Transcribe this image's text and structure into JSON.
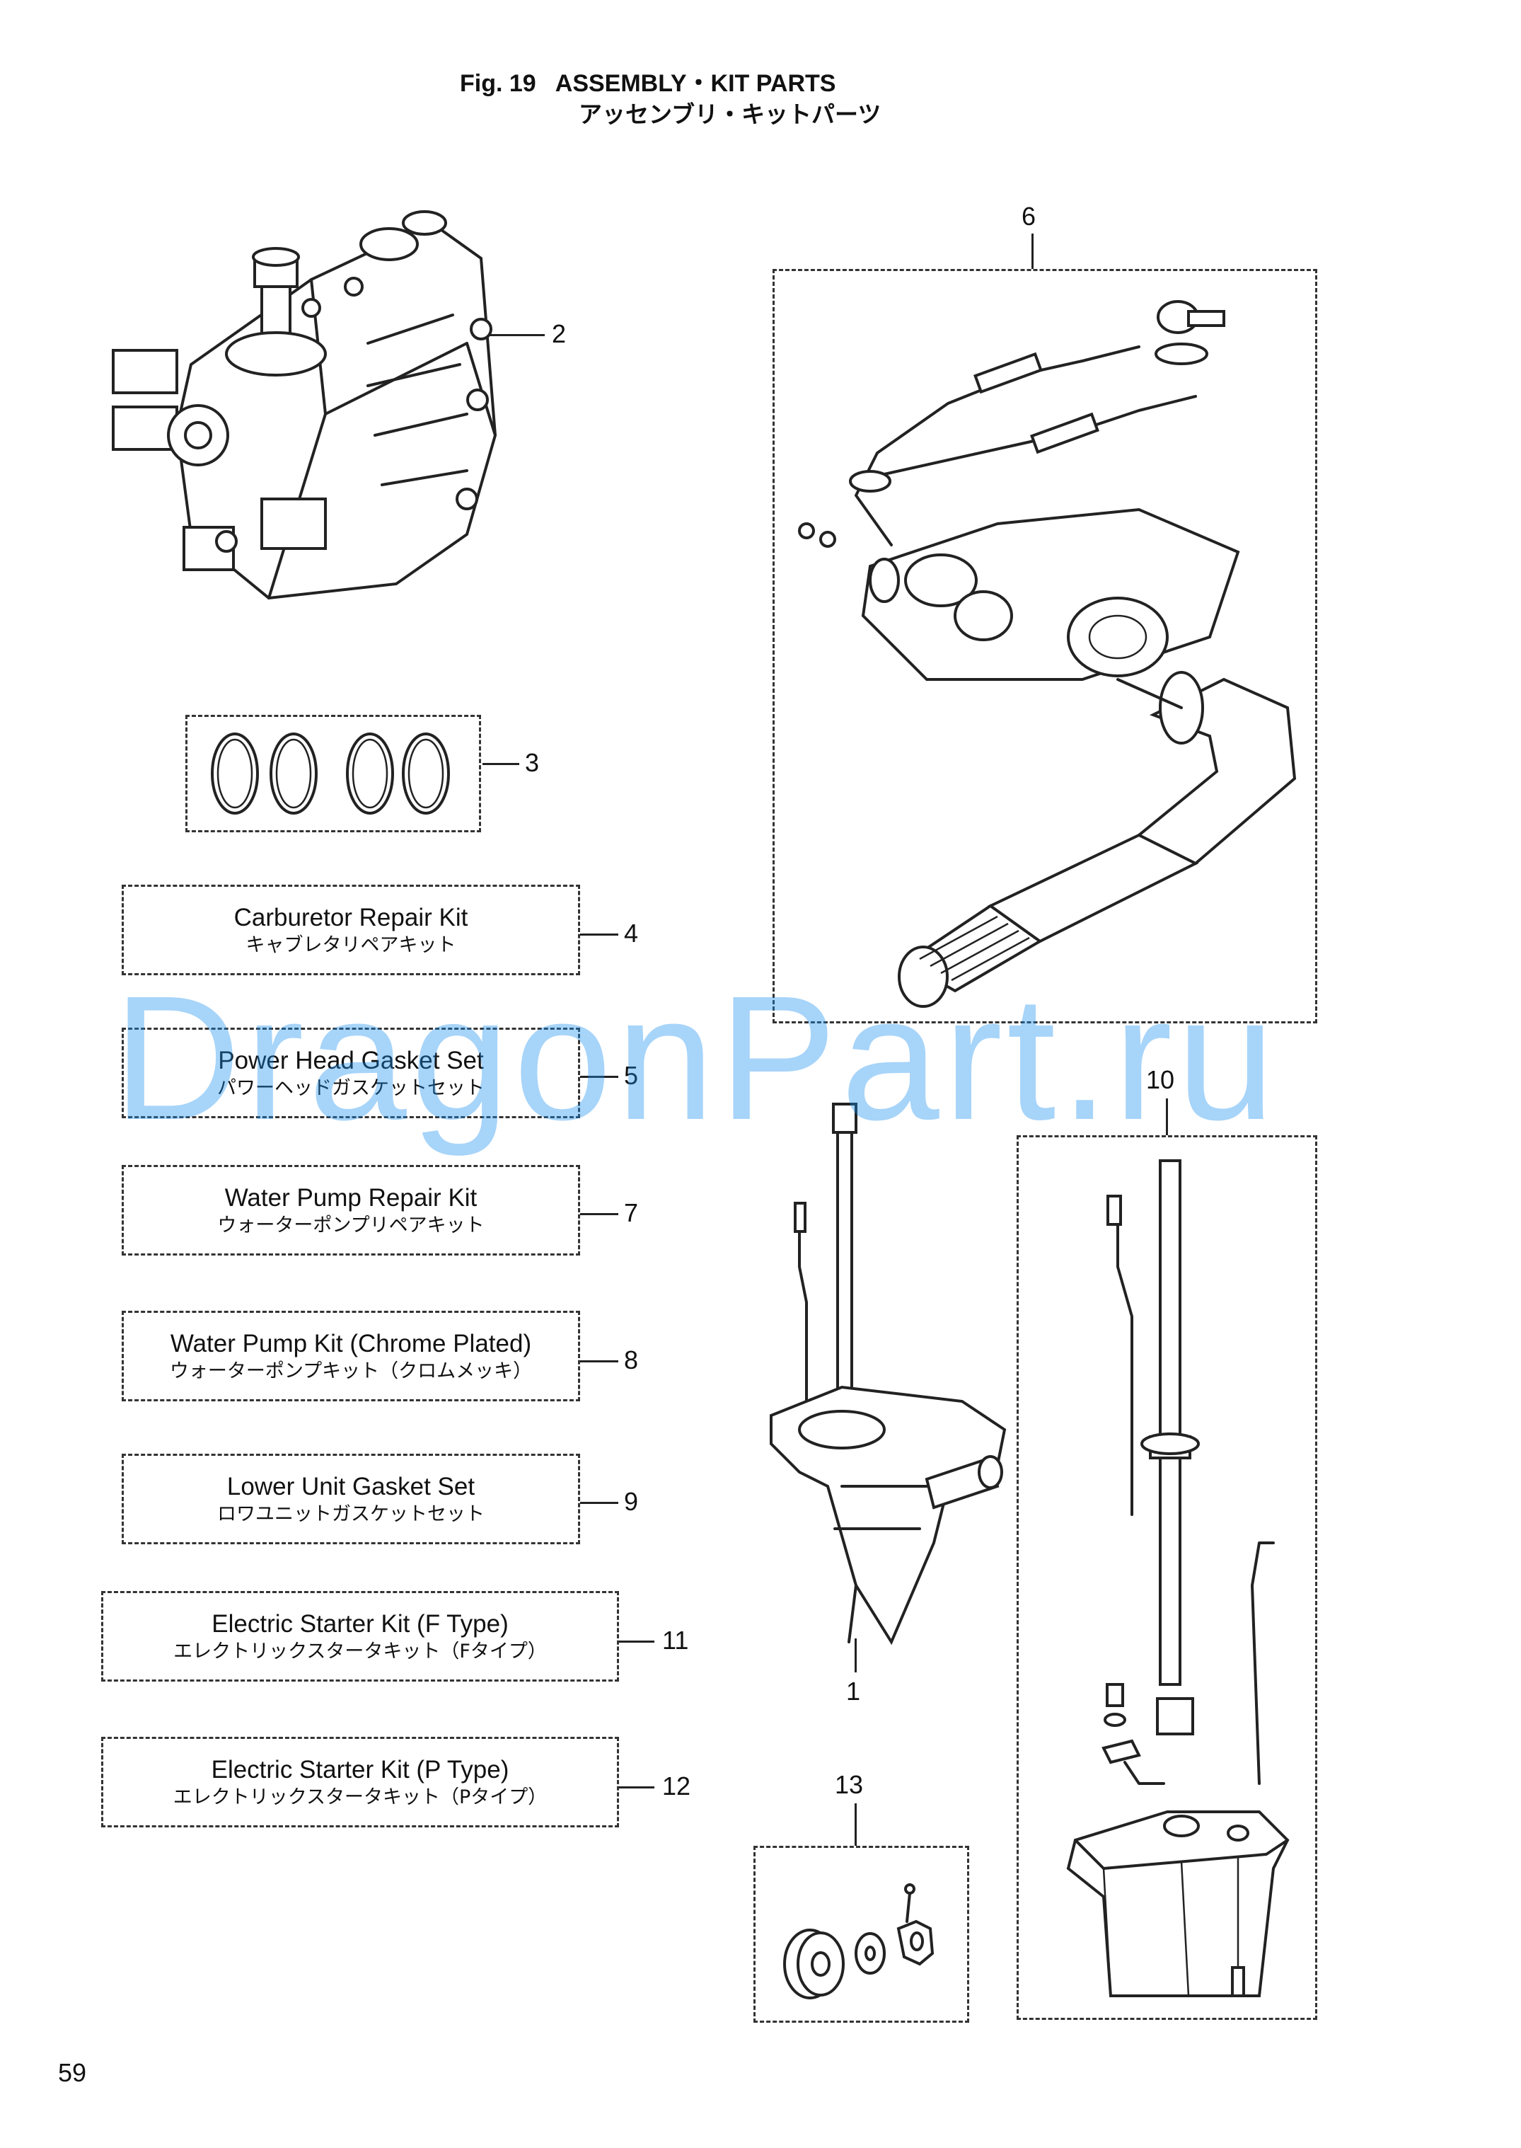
{
  "figure": {
    "title_en": "Fig. 19   ASSEMBLY・KIT PARTS",
    "title_jp": "アッセンブリ・キットパーツ"
  },
  "callouts": {
    "c1": "1",
    "c2": "2",
    "c3": "3",
    "c4": "4",
    "c5": "5",
    "c6": "6",
    "c7": "7",
    "c8": "8",
    "c9": "9",
    "c10": "10",
    "c11": "11",
    "c12": "12",
    "c13": "13"
  },
  "kits": [
    {
      "en": "Carburetor Repair Kit",
      "jp": "キャブレタリペアキット"
    },
    {
      "en": "Power Head Gasket Set",
      "jp": "パワーヘッドガスケットセット"
    },
    {
      "en": "Water Pump Repair Kit",
      "jp": "ウォーターポンプリペアキット"
    },
    {
      "en": "Water Pump Kit (Chrome Plated)",
      "jp": "ウォーターポンプキット（クロムメッキ）"
    },
    {
      "en": "Lower Unit Gasket Set",
      "jp": "ロワユニットガスケットセット"
    },
    {
      "en": "Electric Starter Kit (F Type)",
      "jp": "エレクトリックスタータキット（Fタイプ）"
    },
    {
      "en": "Electric Starter Kit (P Type)",
      "jp": "エレクトリックスタータキット（Pタイプ）"
    }
  ],
  "page_number": "59",
  "watermark": "DragonPart.ru",
  "colors": {
    "watermark": "#1a8ff0",
    "line": "#222222"
  },
  "icons": [
    "power-head-drawing",
    "o-ring-drawing",
    "steering-handle-drawing",
    "lower-unit-drawing",
    "drive-shaft-housing-drawing",
    "water-pump-parts-drawing"
  ]
}
